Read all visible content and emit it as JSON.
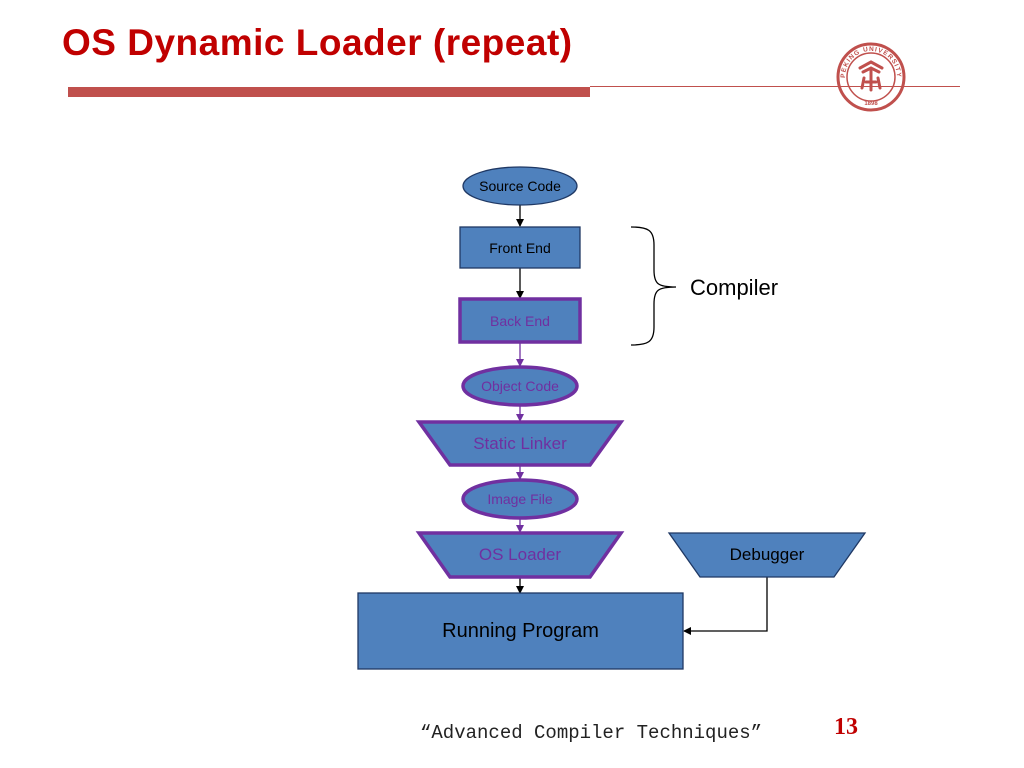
{
  "slide": {
    "title": "OS Dynamic Loader (repeat)",
    "footer": "“Advanced Compiler Techniques”",
    "page_number": "13",
    "logo_text": "PEKING UNIVERSITY",
    "logo_year": "1898"
  },
  "colors": {
    "title": "#c00000",
    "accent_bar": "#c0504d",
    "node_fill": "#4f81bd",
    "highlight_border": "#7030a0",
    "highlight_text": "#7030a0"
  },
  "diagram": {
    "nodes": {
      "source_code": "Source Code",
      "front_end": "Front End",
      "back_end": "Back End",
      "object_code": "Object Code",
      "static_linker": "Static Linker",
      "image_file": "Image File",
      "os_loader": "OS Loader",
      "debugger": "Debugger",
      "running_program": "Running Program"
    },
    "brace_label": "Compiler"
  }
}
